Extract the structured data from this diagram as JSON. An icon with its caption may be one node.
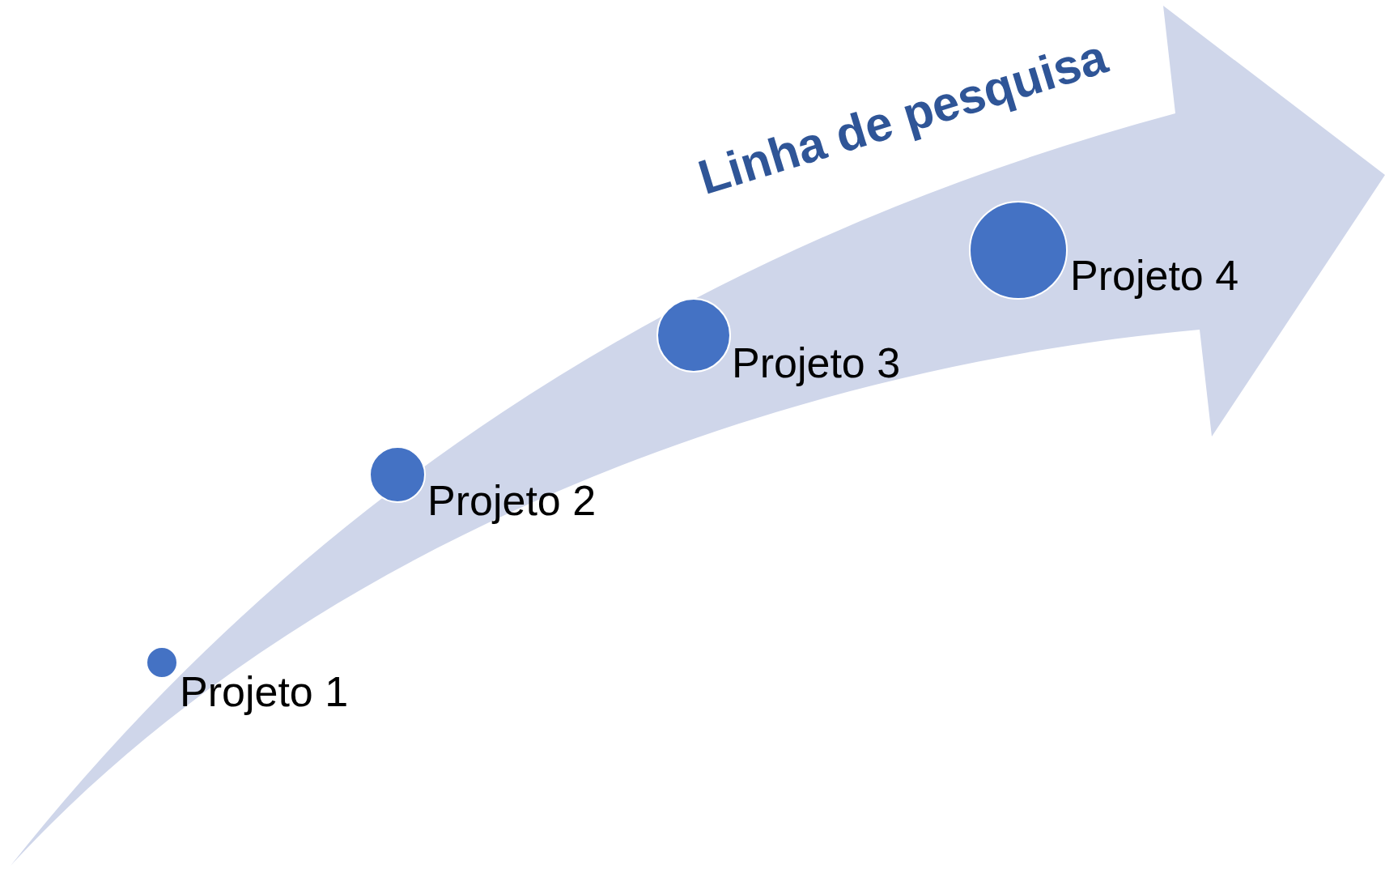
{
  "diagram": {
    "nodes": [
      {
        "text": [
          "Linha de pesquisa"
        ]
      },
      {
        "text": [],
        "shape": "circle",
        "in": 0,
        "beside": [
          "Projeto 1"
        ]
      },
      {
        "text": [],
        "shape": "circle",
        "in": 0,
        "beside": [
          "Projeto 2"
        ]
      },
      {
        "text": [],
        "shape": "circle",
        "in": 0,
        "beside": [
          "Projeto 3"
        ]
      },
      {
        "text": [],
        "shape": "circle",
        "in": 0,
        "beside": [
          "Projeto 4"
        ]
      }
    ]
  }
}
